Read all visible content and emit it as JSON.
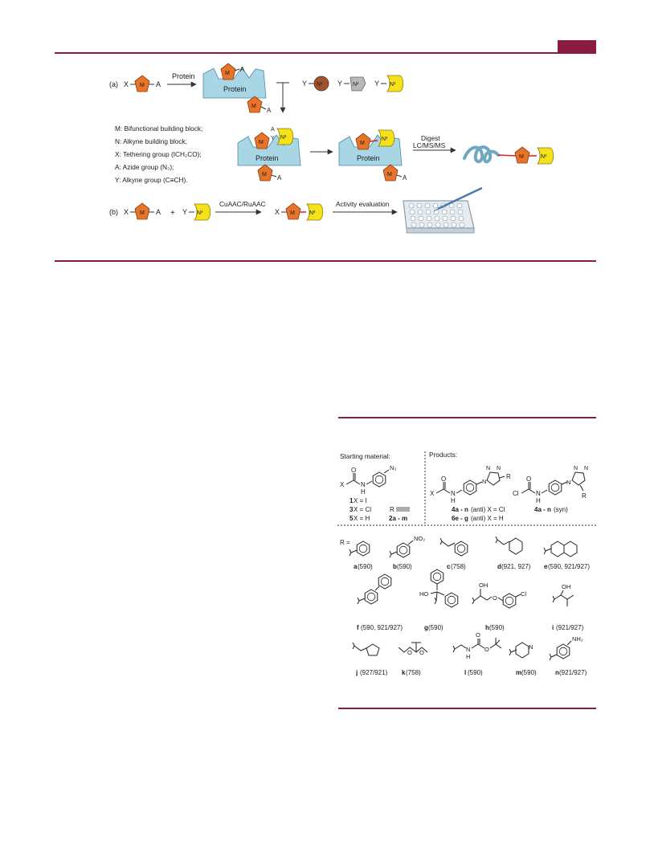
{
  "scheme": {
    "label_a": "(a)",
    "label_b": "(b)",
    "x": "X",
    "y": "Y",
    "m": "M",
    "a": "A",
    "n1": "N¹",
    "n2": "N²",
    "n3": "N³",
    "protein_arrow": "Protein",
    "protein": "Protein",
    "digest_1": "Digest",
    "digest_2": "LC/MS/MS",
    "plus": "+",
    "cuaac": "CuAAC/RuAAC",
    "activity": "Activity evaluation",
    "legend": [
      "M: Bifunctional building block;",
      "N: Alkyne building block;",
      "X: Tethering group (ICH₂CO);",
      "A: Azide group (N₃);",
      "Y: Alkyne group (C≡CH)."
    ],
    "colors": {
      "m": "#e8742a",
      "n1": "#a0522d",
      "n2": "#b9b9b9",
      "n3": "#f5e21a",
      "protein": "#a9d6e5",
      "accent": "#8a1c3f"
    }
  },
  "compounds": {
    "starting_header": "Starting material:",
    "products_header": "Products:",
    "n3": "N₃",
    "x": "X",
    "o": "O",
    "h": "H",
    "n": "N",
    "cl": "Cl",
    "r": "R",
    "r_alkyne": "R",
    "sm_1_num": "1",
    "sm_1_rest": " X = I",
    "sm_3_num": "3",
    "sm_3_rest": " X = Cl",
    "sm_5_num": "5",
    "sm_5_rest": " X = H",
    "sm_2_label": "2a - m",
    "prod_anti_1_bold": "4a - n",
    "prod_anti_1_rest": " (anti) X = Cl",
    "prod_anti_2_bold": "6e - g",
    "prod_anti_2_rest": " (anti)  X = H",
    "prod_syn_bold": "4a - n",
    "prod_syn_rest": " (syn)",
    "r_eq": "R =",
    "no2": "NO₂",
    "oh": "OH",
    "ho": "HO",
    "nh2": "NH₂",
    "items": [
      {
        "letter": "a",
        "num": " (590)"
      },
      {
        "letter": "b",
        "num": " (590)"
      },
      {
        "letter": "c",
        "num": " (758)"
      },
      {
        "letter": "d",
        "num": " (921, 927)"
      },
      {
        "letter": "e",
        "num": " (590, 921/927)"
      },
      {
        "letter": "f",
        "num": " (590, 921/927)"
      },
      {
        "letter": "g",
        "num": " (590)"
      },
      {
        "letter": "h",
        "num": " (590)"
      },
      {
        "letter": "i",
        "num": " (921/927)"
      },
      {
        "letter": "j",
        "num": " (927/921)"
      },
      {
        "letter": "k",
        "num": " (758)"
      },
      {
        "letter": "l",
        "num": " (590)"
      },
      {
        "letter": "m",
        "num": " (590)"
      },
      {
        "letter": "n",
        "num": " (921/927)"
      }
    ]
  }
}
